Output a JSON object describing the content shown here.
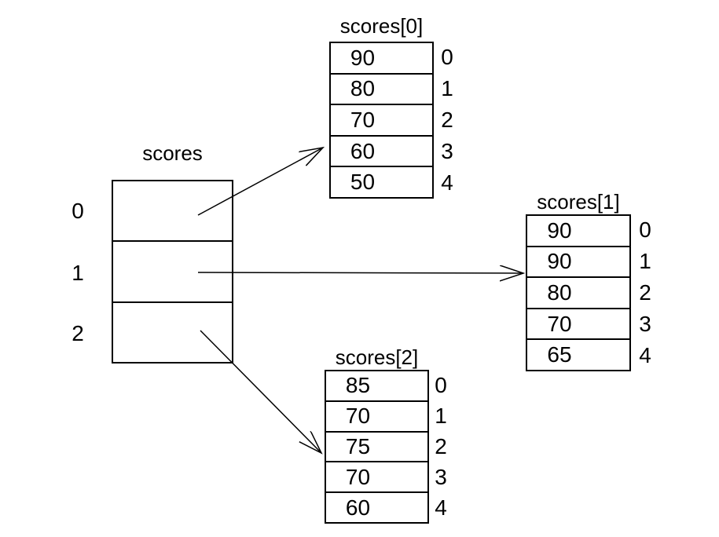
{
  "diagram": {
    "type": "jagged-array-of-arrays",
    "pointer_array": {
      "title": "scores",
      "indices": [
        "0",
        "1",
        "2"
      ]
    },
    "tables": [
      {
        "title": "scores[0]",
        "values": [
          "90",
          "80",
          "70",
          "60",
          "50"
        ],
        "indices": [
          "0",
          "1",
          "2",
          "3",
          "4"
        ]
      },
      {
        "title": "scores[1]",
        "values": [
          "90",
          "90",
          "80",
          "70",
          "65"
        ],
        "indices": [
          "0",
          "1",
          "2",
          "3",
          "4"
        ]
      },
      {
        "title": "scores[2]",
        "values": [
          "85",
          "70",
          "75",
          "70",
          "60"
        ],
        "indices": [
          "0",
          "1",
          "2",
          "3",
          "4"
        ]
      }
    ],
    "colors": {
      "line": "#000000",
      "text": "#000000",
      "background": "#ffffff"
    }
  }
}
